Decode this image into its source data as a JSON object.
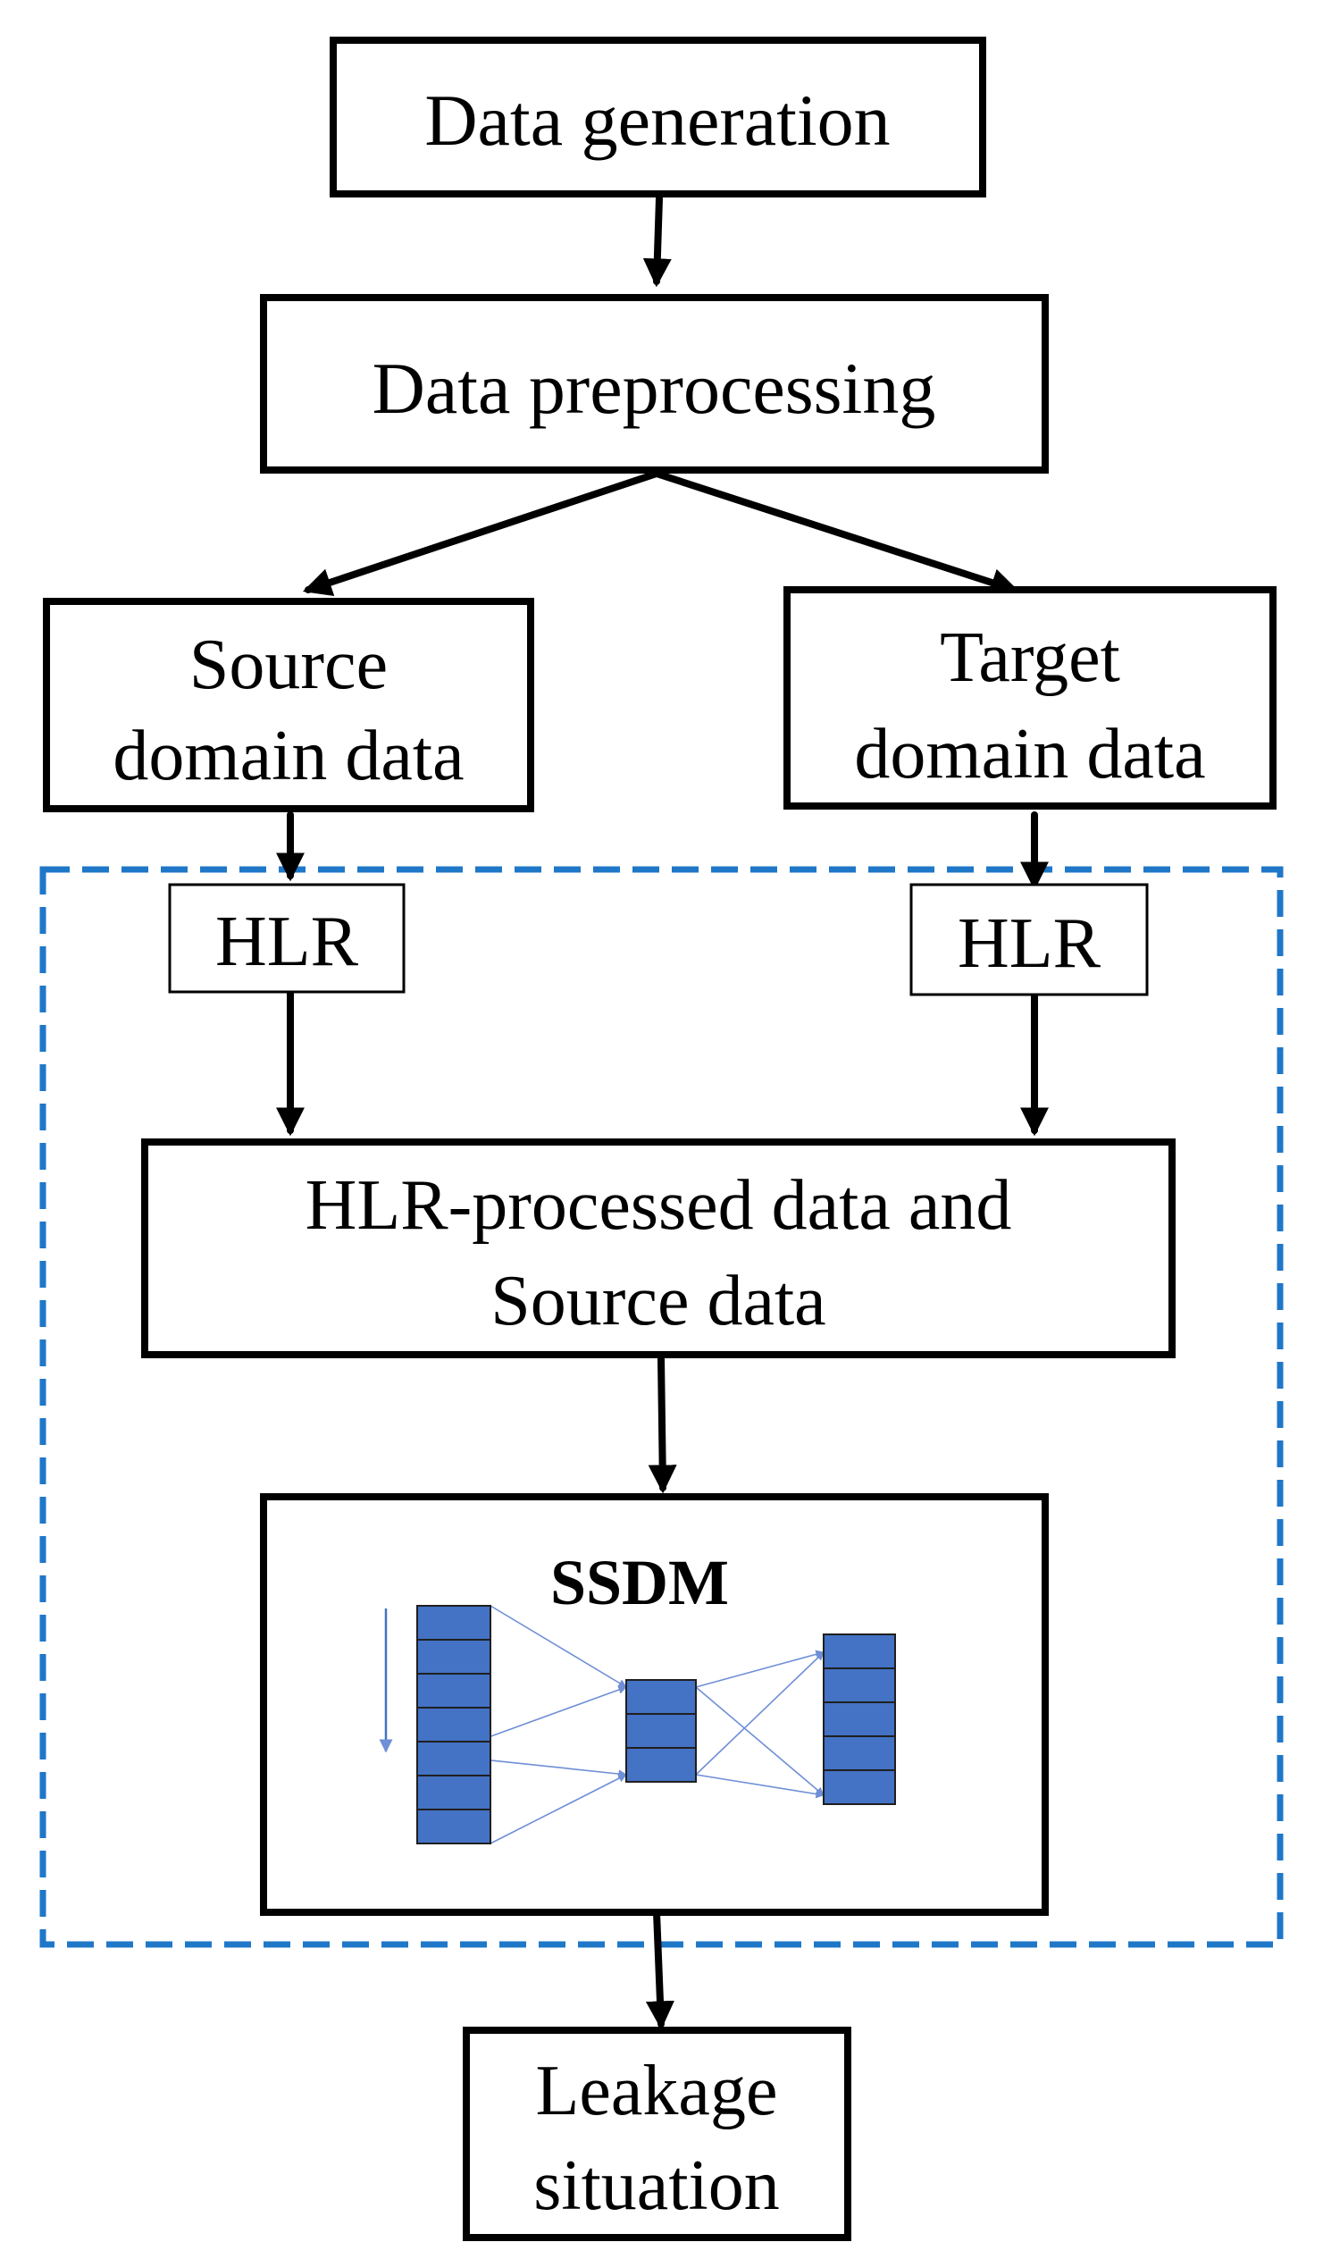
{
  "diagram": {
    "nodes": {
      "data_generation": [
        "Data generation"
      ],
      "data_preprocessing": [
        "Data preprocessing"
      ],
      "source_domain": [
        "Source",
        "domain data"
      ],
      "target_domain": [
        "Target",
        "domain data"
      ],
      "hlr_source": [
        "HLR"
      ],
      "hlr_target": [
        "HLR"
      ],
      "hlr_processed": [
        "HLR-processed data and",
        "Source data"
      ],
      "ssdm": [
        "SSDM"
      ],
      "leakage": [
        "Leakage",
        "situation"
      ]
    },
    "colors": {
      "box_stroke": "#000000",
      "dashed_region": "#1f77c8",
      "nn_cell_fill": "#4472c4",
      "nn_connection": "#6f8fd6"
    },
    "ssdm_network": {
      "layers": [
        7,
        3,
        5
      ],
      "input_arrow": "arrow-down"
    }
  }
}
